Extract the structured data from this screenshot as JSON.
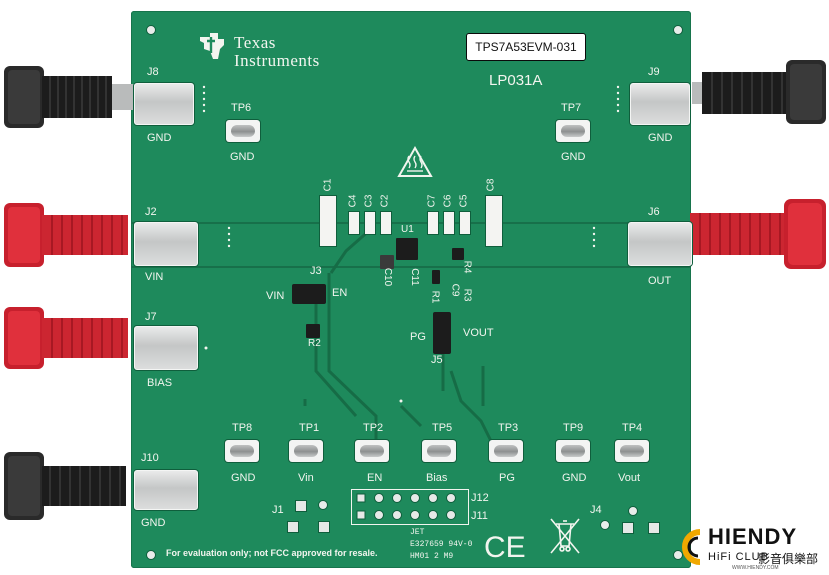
{
  "manufacturer": {
    "name_line1": "Texas",
    "name_line2": "Instruments"
  },
  "board": {
    "model_label": "TPS7A53EVM-031",
    "revision": "LP031A",
    "footer_note": "For evaluation only; not FCC approved for resale.",
    "cert_line1": "E327659 94V-0",
    "cert_line2": "HM01 2 M9",
    "jet_mark": "JET",
    "ce_mark": "CE",
    "colors": {
      "pcb": "#1e8a5c",
      "silkscreen": "#f2f5ef",
      "red_plug": "#d42a36",
      "black_plug": "#222222"
    }
  },
  "connectors": {
    "j8": {
      "ref": "J8",
      "label": "GND"
    },
    "j9": {
      "ref": "J9",
      "label": "GND"
    },
    "j2": {
      "ref": "J2",
      "label": "VIN"
    },
    "j6": {
      "ref": "J6",
      "label": "OUT"
    },
    "j7": {
      "ref": "J7",
      "label": "BIAS"
    },
    "j10": {
      "ref": "J10",
      "label": "GND"
    },
    "j3": {
      "ref": "J3",
      "vin": "VIN",
      "en": "EN"
    },
    "j5": {
      "ref": "J5",
      "pg": "PG",
      "vout": "VOUT"
    },
    "j1": {
      "ref": "J1"
    },
    "j4": {
      "ref": "J4"
    },
    "j11": {
      "ref": "J11"
    },
    "j12": {
      "ref": "J12"
    }
  },
  "test_points": {
    "tp6": {
      "ref": "TP6",
      "label": "GND"
    },
    "tp7": {
      "ref": "TP7",
      "label": "GND"
    },
    "tp8": {
      "ref": "TP8",
      "label": "GND"
    },
    "tp1": {
      "ref": "TP1",
      "label": "Vin"
    },
    "tp2": {
      "ref": "TP2",
      "label": "EN"
    },
    "tp5": {
      "ref": "TP5",
      "label": "Bias"
    },
    "tp3": {
      "ref": "TP3",
      "label": "PG"
    },
    "tp9": {
      "ref": "TP9",
      "label": "GND"
    },
    "tp4": {
      "ref": "TP4",
      "label": "Vout"
    }
  },
  "components": {
    "c1": "C1",
    "c2": "C2",
    "c3": "C3",
    "c4": "C4",
    "c5": "C5",
    "c6": "C6",
    "c7": "C7",
    "c8": "C8",
    "c9": "C9",
    "c10": "C10",
    "c11": "C11",
    "u1": "U1",
    "r1": "R1",
    "r2": "R2",
    "r3": "R3",
    "r4": "R4"
  },
  "watermark": {
    "brand": "HIENDY",
    "sub": "HiFi CLUB",
    "cn": "影音俱樂部",
    "url": "WWW.HIENDY.COM"
  }
}
